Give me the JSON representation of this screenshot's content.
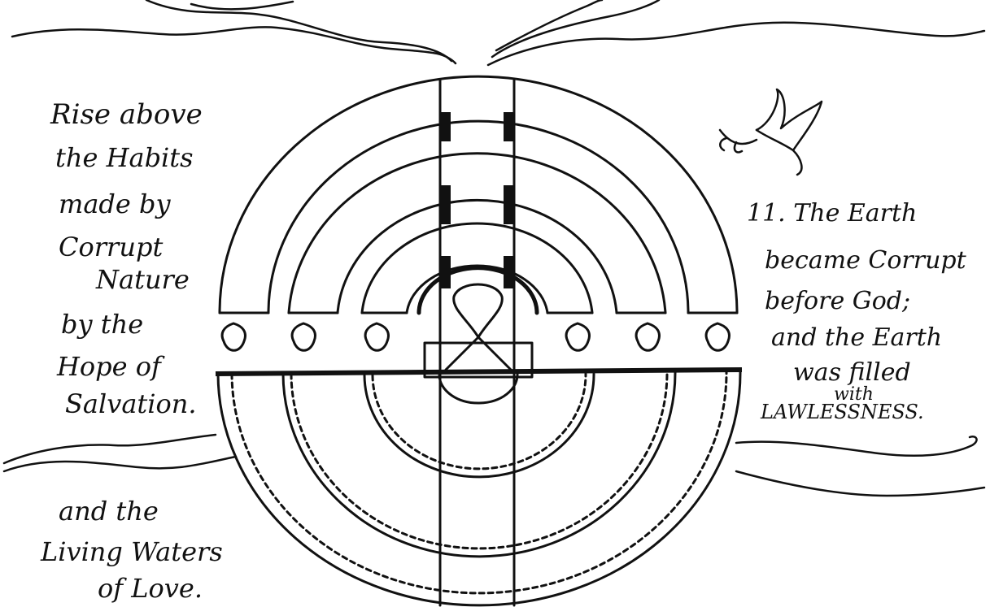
{
  "left_text": {
    "lines": [
      "Rise above",
      "the Habits",
      "made by",
      "Corrupt",
      "Nature",
      "by the",
      "Hope of",
      "Salvation."
    ]
  },
  "bottom_left_text": {
    "lines": [
      "and the",
      "Living Waters",
      "of Love."
    ]
  },
  "right_text": {
    "lines": [
      "11. The Earth",
      "became Corrupt",
      "before God;",
      "and the Earth",
      "was filled",
      "with",
      "LAWLESSNESS."
    ]
  },
  "colors": {
    "ink": "#111111",
    "paper": "#ffffff"
  },
  "icons": [
    "dove-icon",
    "olive-branch-icon",
    "menorah-flame-icon"
  ]
}
